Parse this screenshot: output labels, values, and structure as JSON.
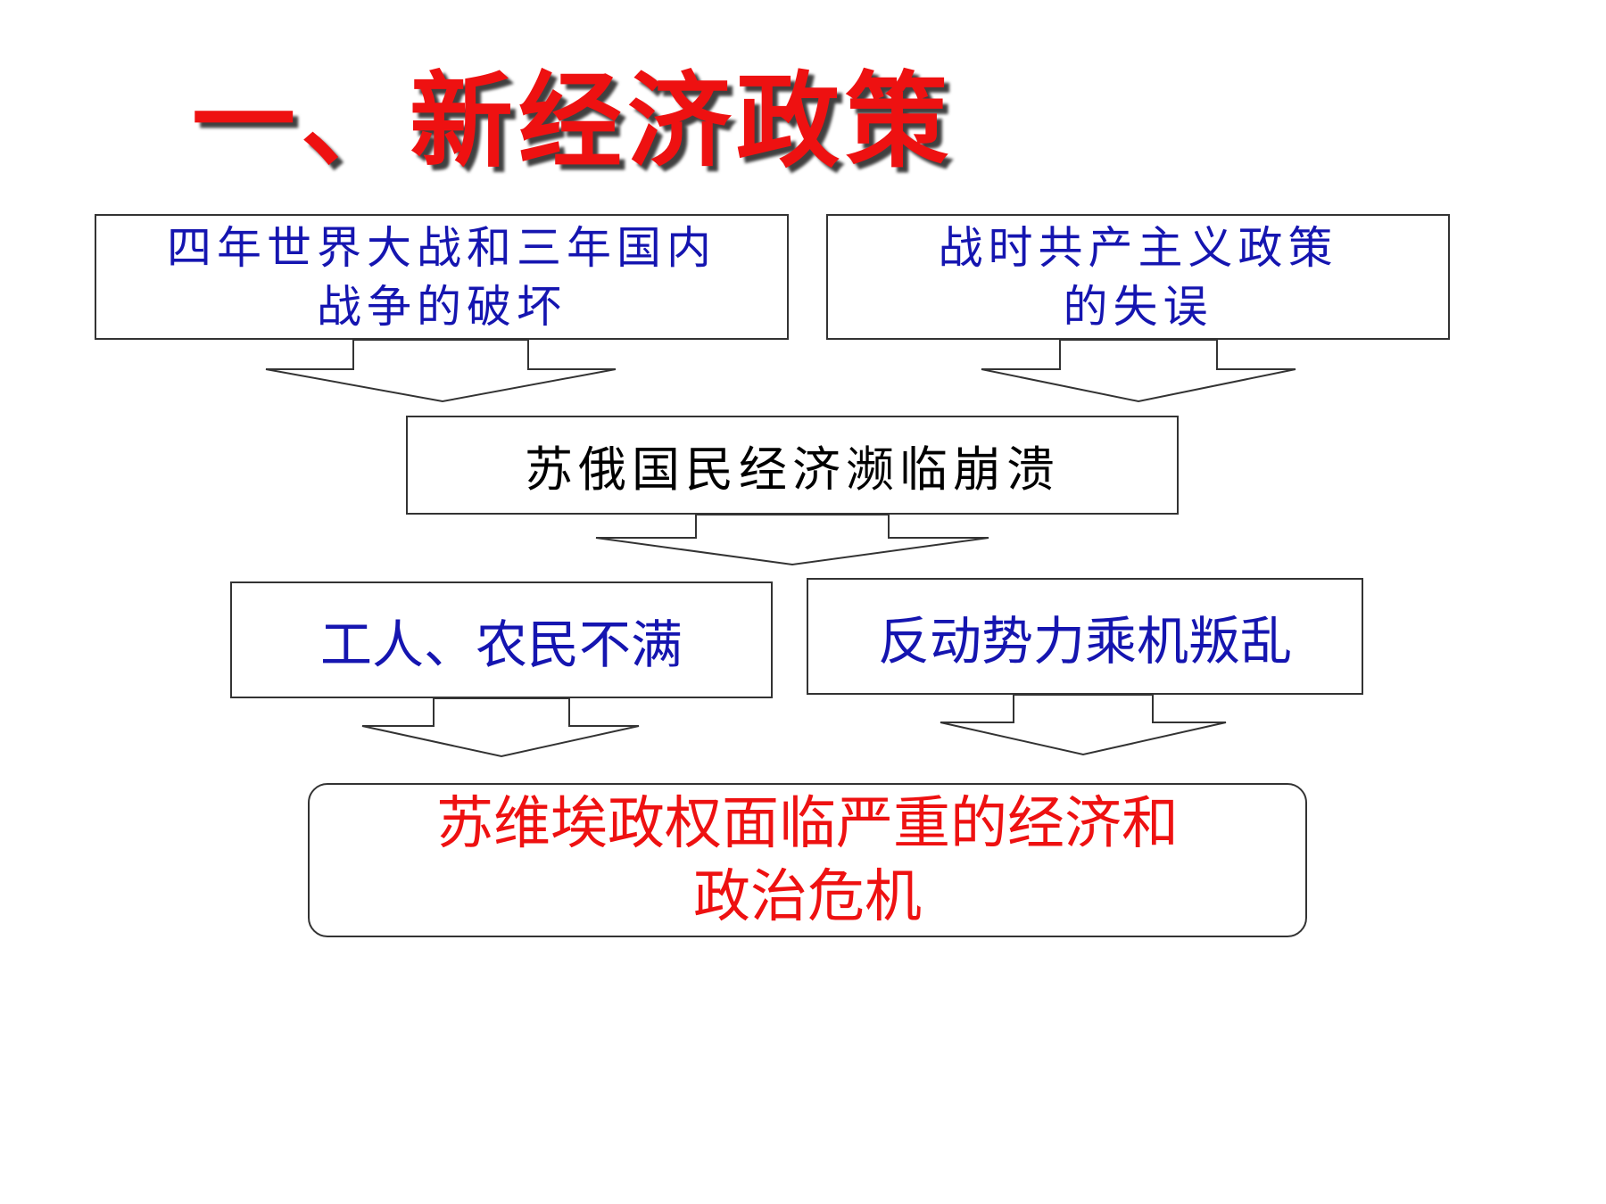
{
  "title": "一、新经济政策",
  "diagram": {
    "causes": {
      "war_damage": {
        "line1": "四年世界大战和三年国内",
        "line2": "战争的破坏"
      },
      "war_communism": {
        "line1": "战时共产主义政策",
        "line2": "的失误"
      }
    },
    "economy_collapse": "苏俄国民经济濒临崩溃",
    "discontent": "工人、农民不满",
    "rebellion": "反动势力乘机叛乱",
    "crisis": {
      "line1": "苏维埃政权面临严重的经济和",
      "line2": "政治危机"
    }
  },
  "colors": {
    "title": "#ee1111",
    "cause_text": "#1515b0",
    "crisis_text": "#ee1111",
    "border": "#333333"
  }
}
